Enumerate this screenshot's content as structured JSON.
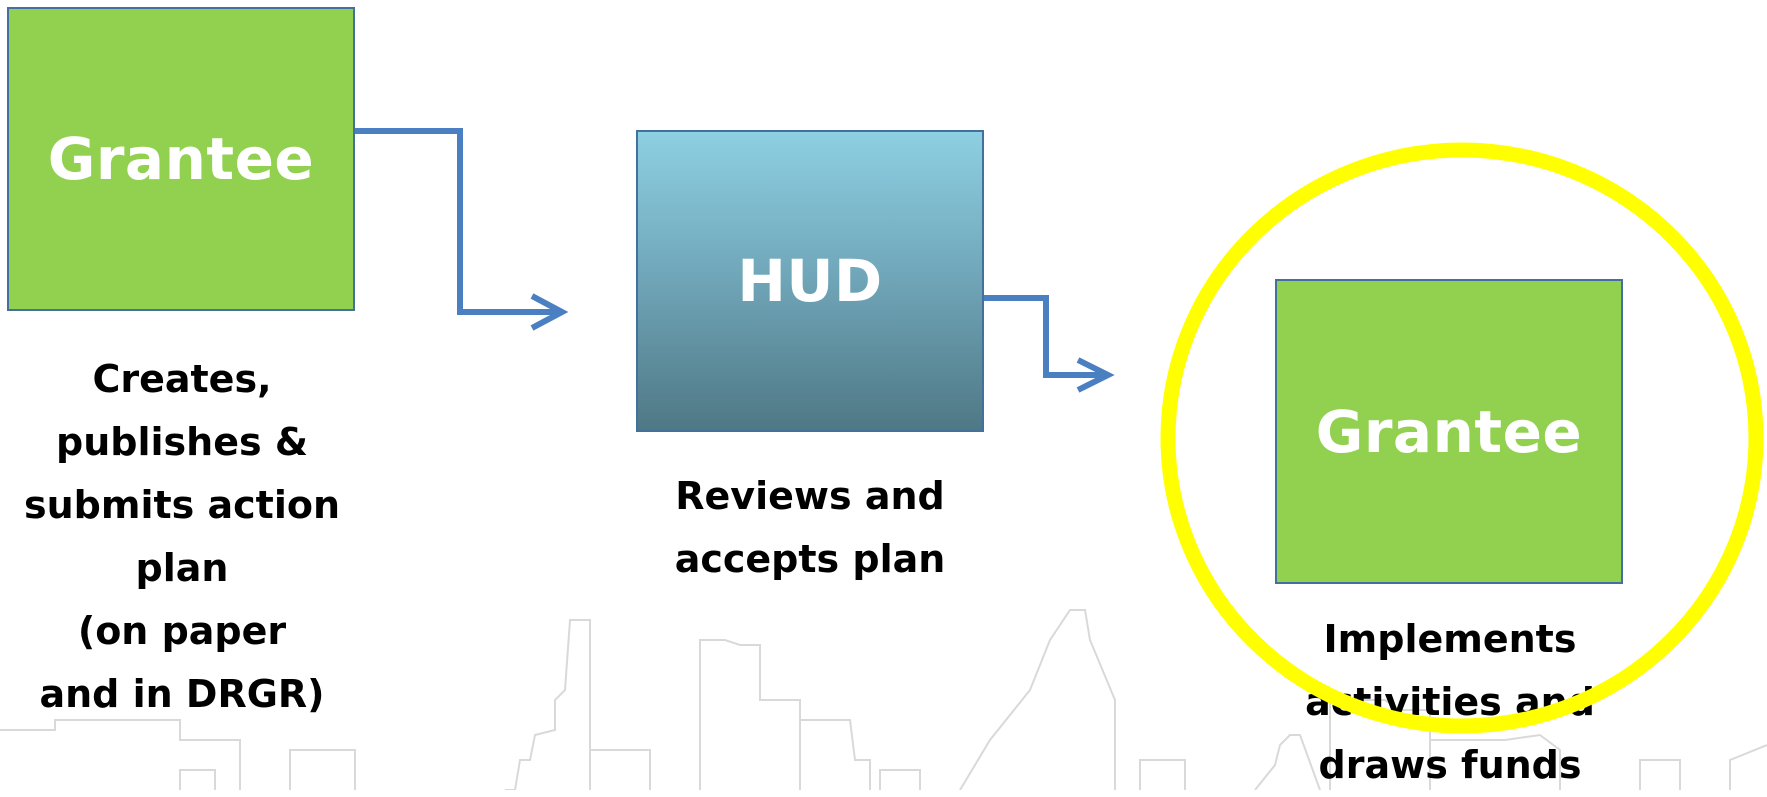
{
  "diagram": {
    "steps": [
      {
        "box_label": "Grantee",
        "description": "Creates,\npublishes &\nsubmits action\nplan\n(on paper\nand in DRGR)"
      },
      {
        "box_label": "HUD",
        "description": "Reviews and\naccepts plan"
      },
      {
        "box_label": "Grantee",
        "description": "Implements\nactivities and\ndraws funds"
      }
    ],
    "colors": {
      "grantee_box": "#92d050",
      "hud_box_top": "#8dd0e2",
      "hud_box_bottom": "#4f7885",
      "box_border": "#41719c",
      "arrow": "#4a7fc1",
      "highlight_circle": "#ffff00",
      "skyline": "#d9d9d9"
    },
    "highlight": "step-3"
  }
}
